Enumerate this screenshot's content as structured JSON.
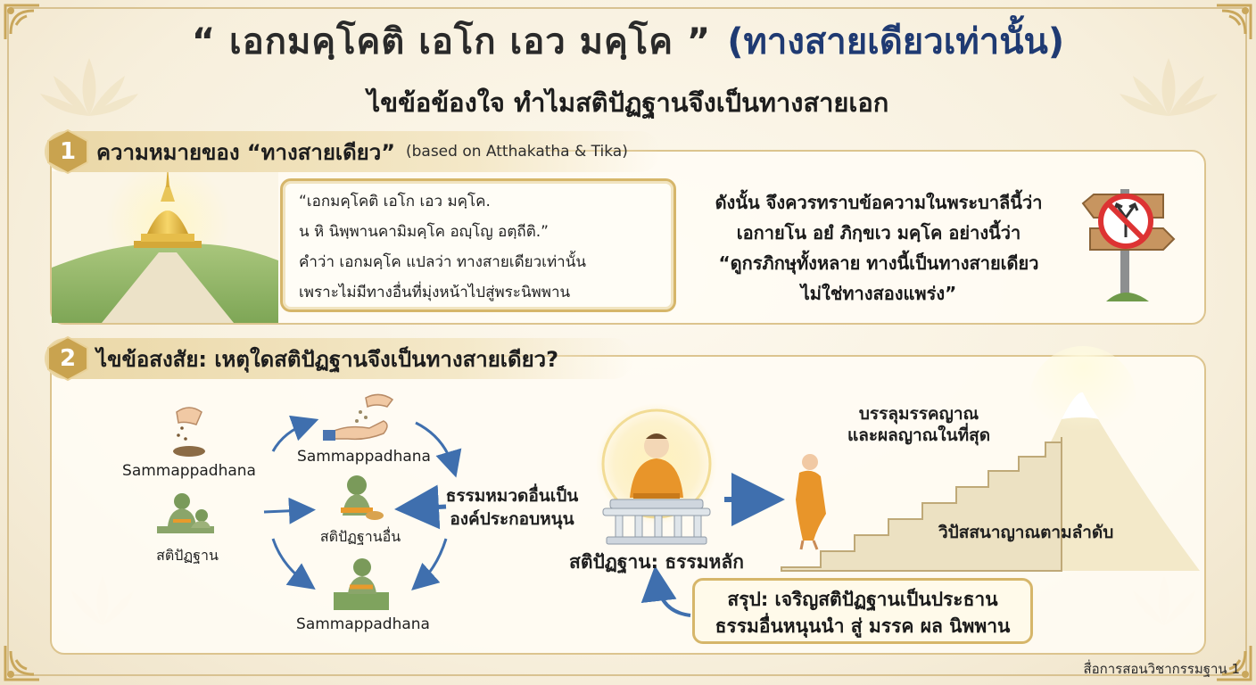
{
  "title": {
    "pali": "“ เอกมคฺโคติ เอโก เอว มคฺโค ”",
    "thai": "(ทางสายเดียวเท่านั้น)"
  },
  "subtitle": "ไขข้อข้องใจ ทำไมสติปัฏฐานจึงเป็นทางสายเอก",
  "section1": {
    "number": "1",
    "heading": "ความหมายของ “ทางสายเดียว”",
    "note": "(based on Atthakatha & Tika)",
    "quote_lines": [
      "“เอกมคฺโคติ เอโก เอว มคฺโค.",
      "น หิ นิพฺพานคามิมคฺโค อญฺโญ อตฺถีติ.”",
      "คำว่า เอกมคฺโค แปลว่า ทางสายเดียวเท่านั้น",
      "เพราะไม่มีทางอื่นที่มุ่งหน้าไปสู่พระนิพพาน"
    ],
    "conclusion_lines": [
      "ดังนั้น จึงควรทราบข้อความในพระบาลีนี้ว่า",
      "เอกายโน อยํ ภิกฺขเว มคฺโค อย่างนี้ว่า",
      "“ดูกรภิกษุทั้งหลาย ทางนี้เป็นทางสายเดียว",
      "ไม่ใช่ทางสองแพร่ง”"
    ]
  },
  "section2": {
    "number": "2",
    "heading": "ไขข้อสงสัย: เหตุใดสติปัฏฐานจึงเป็นทางสายเดียว?",
    "left_label_top": "Sammappadhana",
    "left_label_bottom": "สติปัฏฐาน",
    "cycle_top": "Sammappadhana",
    "cycle_center": "สติปัฏฐานอื่น",
    "cycle_bottom": "Sammappadhana",
    "other_dhamma_lines": [
      "ธรรมหมวดอื่นเป็น",
      "องค์ประกอบหนุน"
    ],
    "main_dhamma": "สติปัฏฐาน: ธรรมหลัก",
    "goal_lines": [
      "บรรลุมรรคญาณ",
      "และผลญาณในที่สุด"
    ],
    "vipassana": "วิปัสสนาญาณตามลำดับ",
    "summary_lines": [
      "สรุป: เจริญสติปัฏฐานเป็นประธาน",
      "ธรรมอื่นหนุนนำ สู่ มรรค ผล นิพพาน"
    ]
  },
  "footer": "สื่อการสอนวิชากรรมฐาน 1",
  "colors": {
    "gold": "#d6b66a",
    "navy": "#1f3a72",
    "arrow_blue": "#3f6fae",
    "robe": "#e89a2c",
    "sage": "#7a9a5a"
  }
}
